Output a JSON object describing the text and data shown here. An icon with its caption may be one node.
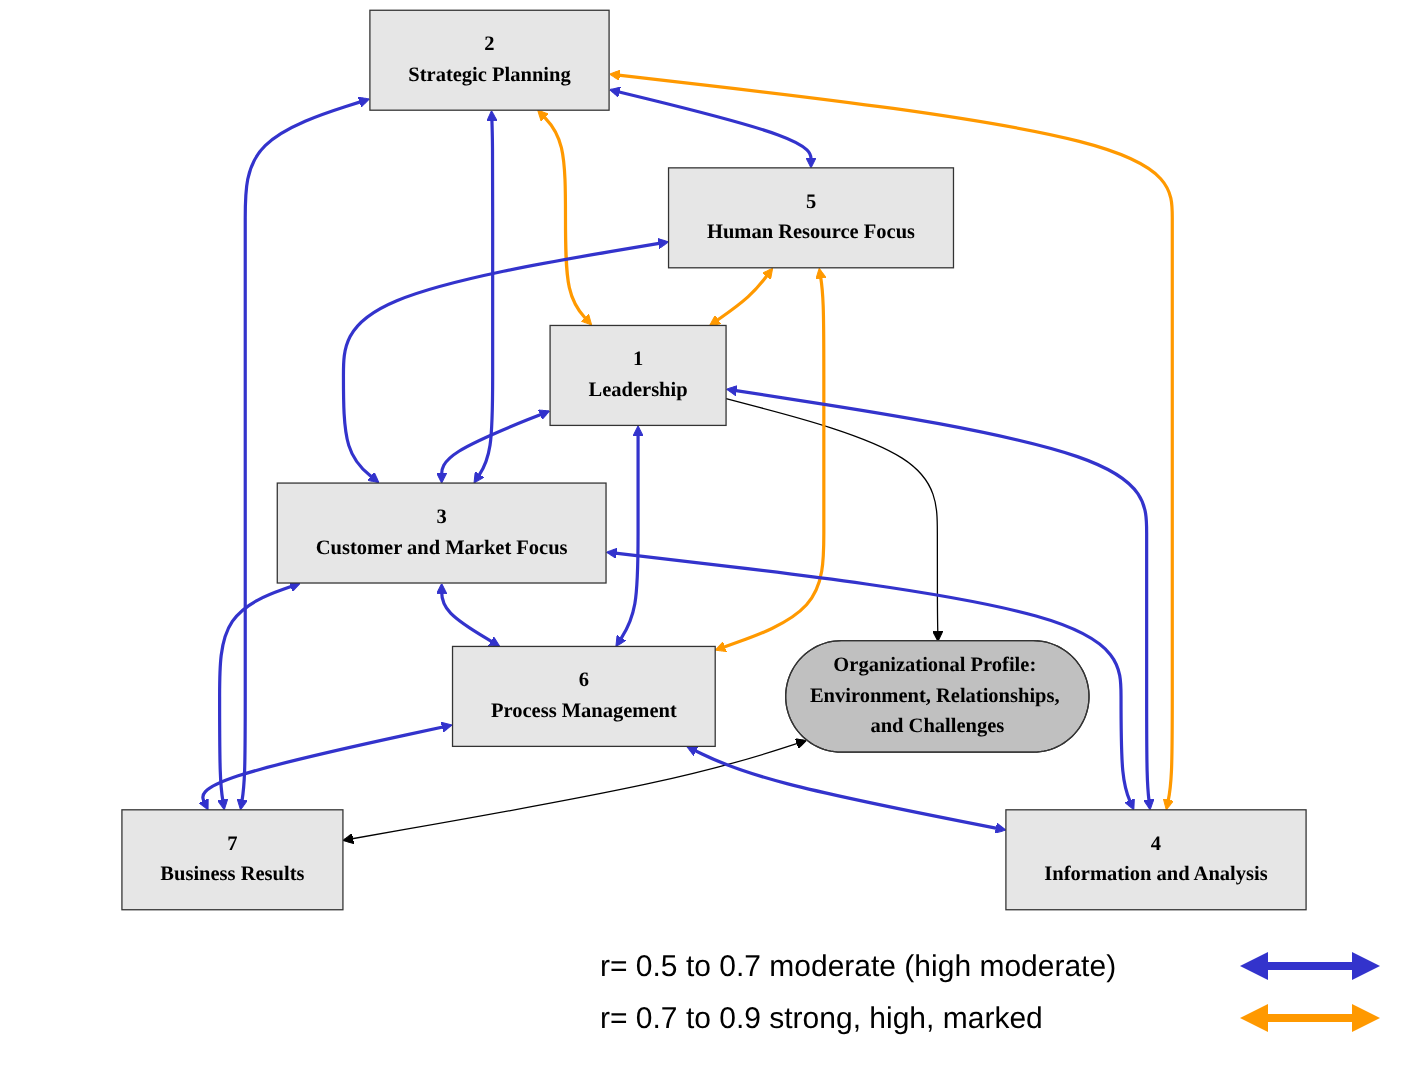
{
  "diagram": {
    "nodes": [
      {
        "text": [
          "Organizational Profile: Environment, Relationships, and Challenges"
        ]
      },
      {
        "text": [
          "2",
          "Strategic Planning"
        ]
      },
      {
        "text": [
          "5",
          "Human Resource Focus"
        ]
      },
      {
        "text": [
          "1",
          "Leadership"
        ]
      },
      {
        "text": [
          "7",
          "Business Results"
        ]
      },
      {
        "text": [
          "3",
          "Customer and Market Focus"
        ]
      },
      {
        "text": [
          "6",
          "Process Management"
        ]
      },
      {
        "text": [
          "4",
          "Information and Analysis"
        ]
      }
    ],
    "edges": [
      {
        "from": 3,
        "to": 0,
        "arrow": "to",
        "color": "#000000"
      },
      {
        "from": 0,
        "to": 4,
        "arrow": "both",
        "color": "#000000"
      },
      {
        "from": 3,
        "to": 1,
        "arrow": "both",
        "color": "#ff9900"
      },
      {
        "from": 1,
        "to": 2,
        "arrow": "both"
      },
      {
        "from": 2,
        "to": 3,
        "arrow": "both",
        "color": "#ff9900"
      },
      {
        "from": 1,
        "to": 4,
        "arrow": "both"
      },
      {
        "from": 1,
        "to": 5,
        "arrow": "both"
      },
      {
        "from": 1,
        "to": 7,
        "arrow": "both",
        "color": "#ff9900"
      },
      {
        "from": 2,
        "to": 6,
        "arrow": "both",
        "color": "#ff9900"
      },
      {
        "from": 5,
        "to": 2,
        "arrow": "both"
      },
      {
        "from": 3,
        "to": 5,
        "arrow": "both"
      },
      {
        "from": 3,
        "to": 6,
        "arrow": "both"
      },
      {
        "from": 5,
        "to": 4,
        "arrow": "both"
      },
      {
        "from": 5,
        "to": 6,
        "arrow": "both"
      },
      {
        "from": 6,
        "to": 4,
        "arrow": "both"
      },
      {
        "from": 3,
        "to": 7,
        "arrow": "both"
      },
      {
        "from": 5,
        "to": 7,
        "arrow": "both"
      },
      {
        "from": 6,
        "to": 7,
        "arrow": "both"
      }
    ],
    "legend": [
      {
        "text": "r= 0.5 to 0.7 moderate (high moderate)"
      },
      {
        "text": "r= 0.7 to 0.9 strong, high, marked"
      }
    ]
  }
}
